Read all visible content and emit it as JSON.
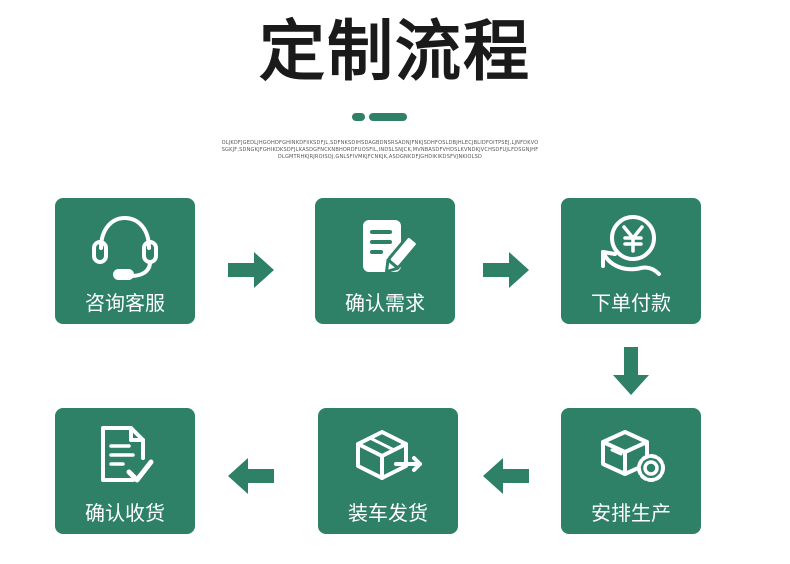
{
  "title": "定制流程",
  "subtitle": "OLJKDFJGEDLJHGOHDFGHINKDFIIKSDFJL,SDFNKSDIHSDAGBDNSRSADNJFNKJSDHFOSLDBJHLECJBLIDFOITPSEJ,LJNFDKVOSGKJF,SDNGKJFGHIKDKSDFJLKASDGFNCKNBHORDFUOSFIL,INDSLSNJCK,MVNBASDFVHDSLKVNDKJVCHSDFUJLFDSGNJHFDLGMTRHKJRJROISOJ,GNLSFIVMKJFCNKJK,ASDGNKDFJGHDIKIKDSFVJNKIOLSD",
  "colors": {
    "accent": "#2e8067",
    "title": "#1a1a1a"
  },
  "steps": [
    {
      "label": "咨询客服",
      "icon": "headset-icon"
    },
    {
      "label": "确认需求",
      "icon": "document-edit-icon"
    },
    {
      "label": "下单付款",
      "icon": "yen-coin-hand-icon"
    },
    {
      "label": "安排生产",
      "icon": "box-gear-icon"
    },
    {
      "label": "装车发货",
      "icon": "box-ship-icon"
    },
    {
      "label": "确认收货",
      "icon": "document-check-icon"
    }
  ]
}
